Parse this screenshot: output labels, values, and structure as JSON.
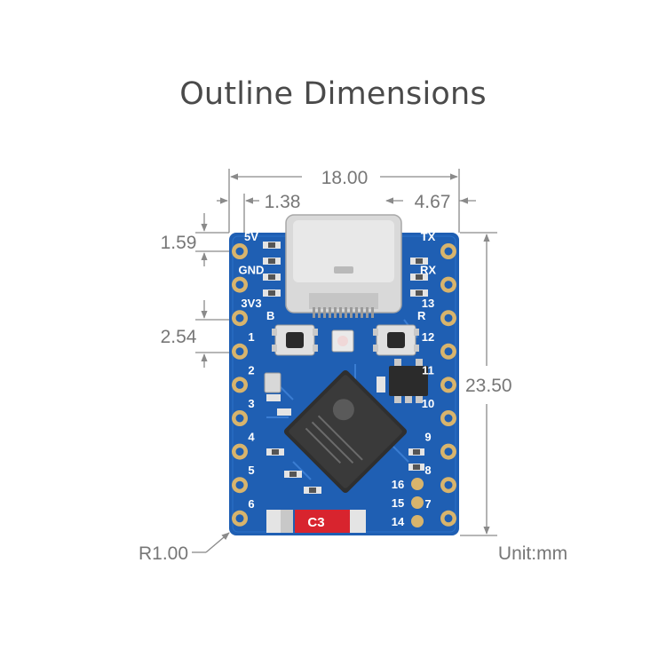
{
  "title": "Outline Dimensions",
  "dimensions": {
    "width": "18.00",
    "left_offset": "1.38",
    "right_offset": "4.67",
    "top_pad": "1.59",
    "pitch": "2.54",
    "height": "23.50",
    "corner_radius": "R1.00",
    "unit": "Unit:mm"
  },
  "board": {
    "left_pins": [
      "5V",
      "GND",
      "3V3",
      "1",
      "2",
      "3",
      "4",
      "5",
      "6"
    ],
    "right_pins": [
      "TX",
      "RX",
      "13",
      "12",
      "11",
      "10",
      "9",
      "8",
      "7"
    ],
    "inner_pins": [
      "16",
      "15",
      "14"
    ],
    "boot_button_label": "B",
    "reset_button_label": "R",
    "model_label": "C3",
    "colors": {
      "pcb": "#1f5fb3",
      "pad": "#d8b46c",
      "model_label_bg": "#d8242e"
    }
  }
}
